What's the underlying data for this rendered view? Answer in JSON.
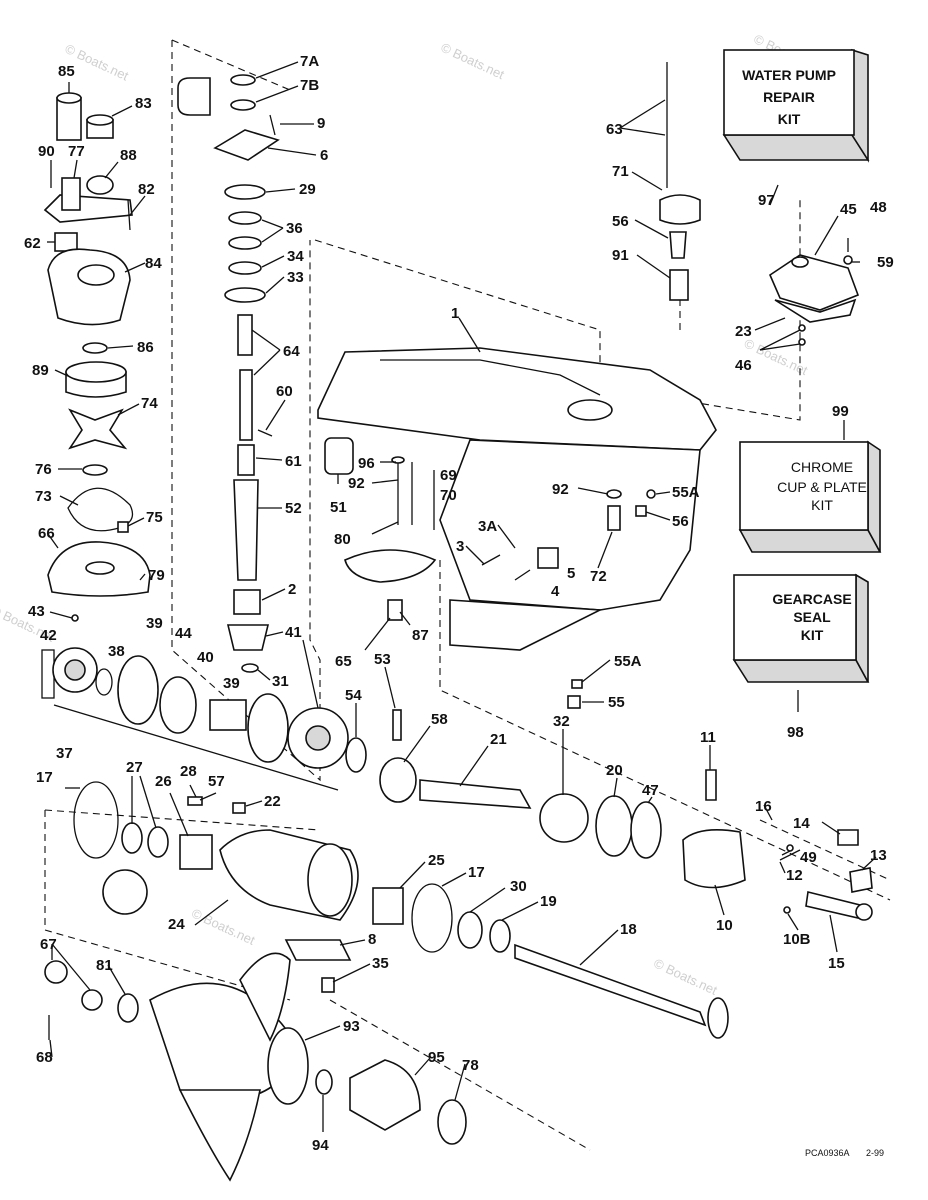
{
  "labels": {
    "l85": "85",
    "l83": "83",
    "l90": "90",
    "l77": "77",
    "l88": "88",
    "l82": "82",
    "l62": "62",
    "l84": "84",
    "l86": "86",
    "l89": "89",
    "l74": "74",
    "l76": "76",
    "l73": "73",
    "l75": "75",
    "l66": "66",
    "l79": "79",
    "l43": "43",
    "l42": "42",
    "l38": "38",
    "l39a": "39",
    "l44": "44",
    "l40": "40",
    "l39b": "39",
    "l37": "37",
    "l7a": "7A",
    "l7b": "7B",
    "l9": "9",
    "l6": "6",
    "l29": "29",
    "l36": "36",
    "l34": "34",
    "l33": "33",
    "l64": "64",
    "l60": "60",
    "l61": "61",
    "l52": "52",
    "l2": "2",
    "l41": "41",
    "l31": "31",
    "l63": "63",
    "l71": "71",
    "l56a": "56",
    "l91": "91",
    "l97": "97",
    "l45": "45",
    "l48": "48",
    "l59": "59",
    "l23": "23",
    "l46": "46",
    "l1": "1",
    "l99": "99",
    "l96": "96",
    "l92a": "92",
    "l51": "51",
    "l69": "69",
    "l70": "70",
    "l92b": "92",
    "l55a1": "55A",
    "l56b": "56",
    "l80": "80",
    "l3a": "3A",
    "l3": "3",
    "l5": "5",
    "l4": "4",
    "l72": "72",
    "l65": "65",
    "l87": "87",
    "l55a2": "55A",
    "l55": "55",
    "l53": "53",
    "l54": "54",
    "l58": "58",
    "l21": "21",
    "l32": "32",
    "l20": "20",
    "l47": "47",
    "l11": "11",
    "l16": "16",
    "l14": "14",
    "l13": "13",
    "l49": "49",
    "l12": "12",
    "l10": "10",
    "l10b": "10B",
    "l15": "15",
    "l98": "98",
    "l17a": "17",
    "l27": "27",
    "l26": "26",
    "l28": "28",
    "l57": "57",
    "l22": "22",
    "l24": "24",
    "l25": "25",
    "l17b": "17",
    "l30": "30",
    "l19": "19",
    "l18": "18",
    "l8": "8",
    "l35": "35",
    "l67": "67",
    "l81": "81",
    "l68": "68",
    "l93": "93",
    "l95": "95",
    "l78": "78",
    "l94": "94"
  },
  "kits": {
    "water_pump": [
      "WATER PUMP",
      "REPAIR",
      "KIT"
    ],
    "chrome": [
      "CHROME",
      "CUP & PLATE",
      "KIT"
    ],
    "gearcase": [
      "GEARCASE",
      "SEAL",
      "KIT"
    ]
  },
  "footer": {
    "code": "PCA0936A",
    "date": "2-99"
  },
  "watermark": "© Boats.net"
}
